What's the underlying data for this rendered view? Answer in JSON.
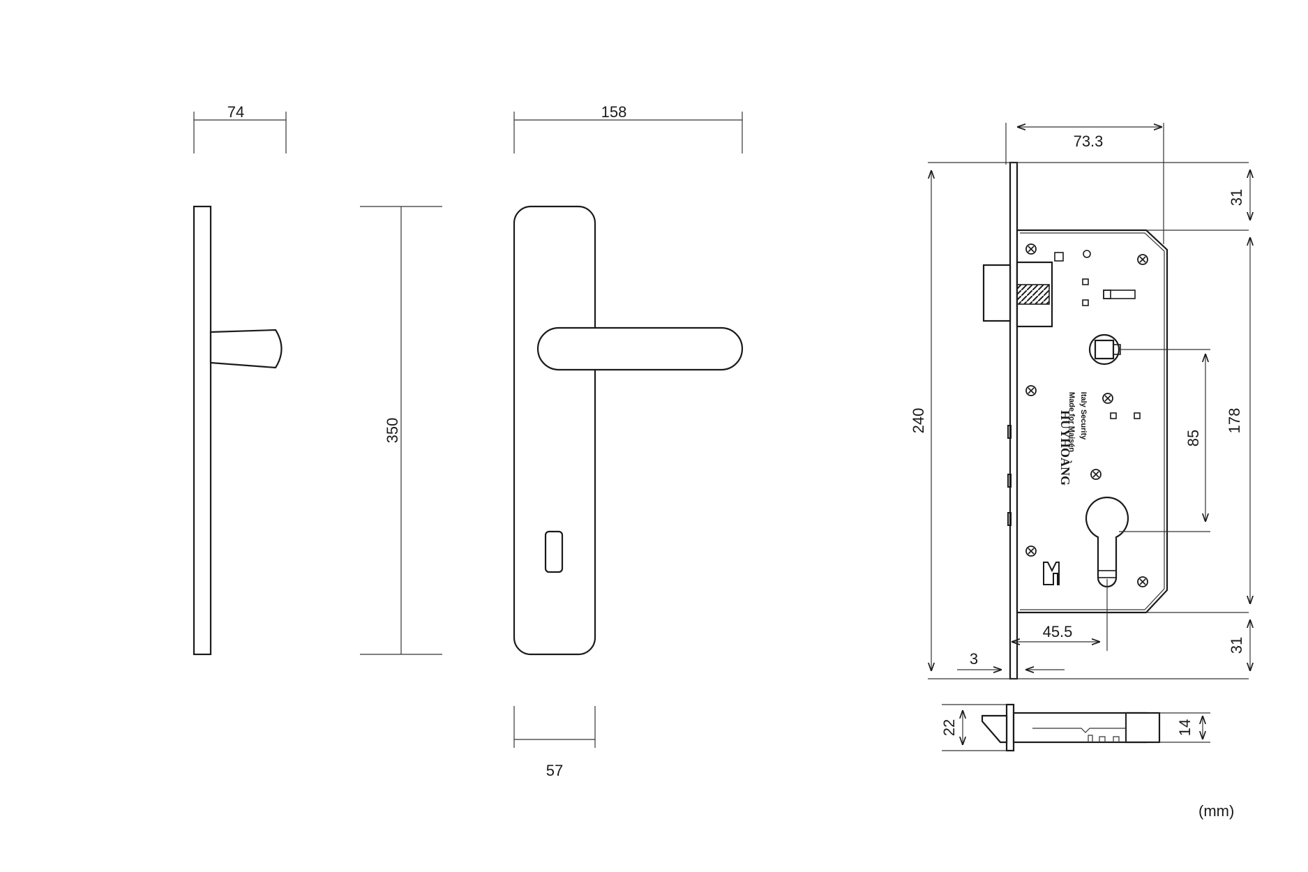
{
  "dimensions": {
    "side_width": "74",
    "height": "350",
    "front_width": "158",
    "plate_width": "57",
    "lock_backset": "73.3",
    "lock_top_offset": "31",
    "lock_total_height": "240",
    "lock_body_height": "178",
    "lock_center_distance": "85",
    "lock_bottom_offset": "31",
    "lock_cylinder_backset": "45.5",
    "faceplate_thickness": "3",
    "faceplate_width": "22",
    "body_thickness": "14"
  },
  "lock_labels": {
    "brand": "HUYHOÀNG",
    "made_for": "Made for Maisén",
    "origin": "Italy Security"
  },
  "unit": "(mm)"
}
